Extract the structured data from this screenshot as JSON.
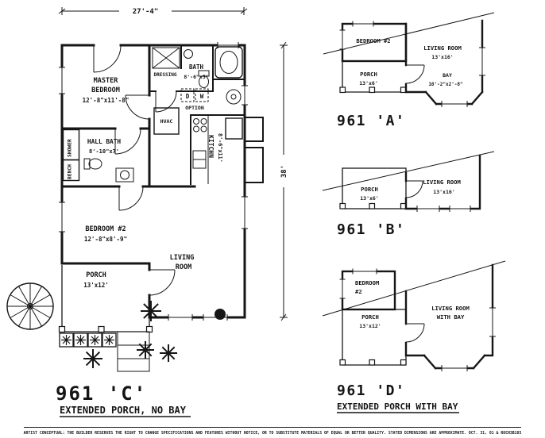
{
  "sheet": {
    "disclaimer": "ARTIST CONCEPTUAL: THE BUILDER RESERVES THE RIGHT TO CHANGE SPECIFICATIONS AND FEATURES WITHOUT NOTICE, OR TO SUBSTITUTE MATERIALS OF EQUAL OR BETTER QUALITY. STATED DIMENSIONS ARE APPROXIMATE. OCT. 31, 01 & ROCH3B185"
  },
  "plan_c": {
    "title": "961 'C'",
    "subtitle": "EXTENDED PORCH, NO BAY",
    "dim_width": "27'-4\"",
    "dim_height": "38'",
    "labels": {
      "master_1": "MASTER",
      "master_2": "BEDROOM",
      "master_size": "12'-8\"x11'-8\"",
      "dressing": "DRESSING",
      "bath": "BATH",
      "bath_size": "8'-6\"x5'",
      "dryer": "D",
      "washer": "W",
      "option": "OPTION",
      "hvac": "HVAC",
      "shower": "SHOWER",
      "bench": "BENCH",
      "hall_bath": "HALL BATH",
      "hall_bath_size": "8'-10\"x7'",
      "kitchen": "KITCHN",
      "kitchen_size": "8'-6\"x11'",
      "bedroom2": "BEDROOM #2",
      "bedroom2_size": "12'-8\"x8'-9\"",
      "living_1": "LIVING",
      "living_2": "ROOM",
      "porch": "PORCH",
      "porch_size": "13'x12'"
    }
  },
  "plan_a": {
    "title": "961 'A'",
    "labels": {
      "bedroom2": "BEDROOM #2",
      "living": "LIVING ROOM",
      "living_size": "13'x16'",
      "bay": "BAY",
      "bay_size": "10'-2\"x2'-8\"",
      "porch": "PORCH",
      "porch_size": "13'x6'"
    }
  },
  "plan_b": {
    "title": "961 'B'",
    "labels": {
      "porch": "PORCH",
      "porch_size": "13'x6'",
      "living": "LIVING ROOM",
      "living_size": "13'x16'"
    }
  },
  "plan_d": {
    "title": "961 'D'",
    "subtitle": "EXTENDED PORCH WITH BAY",
    "labels": {
      "bedroom2_1": "BEDROOM",
      "bedroom2_2": "#2",
      "porch": "PORCH",
      "porch_size": "13'x12'",
      "living_1": "LIVING ROOM",
      "living_2": "WITH BAY"
    }
  }
}
